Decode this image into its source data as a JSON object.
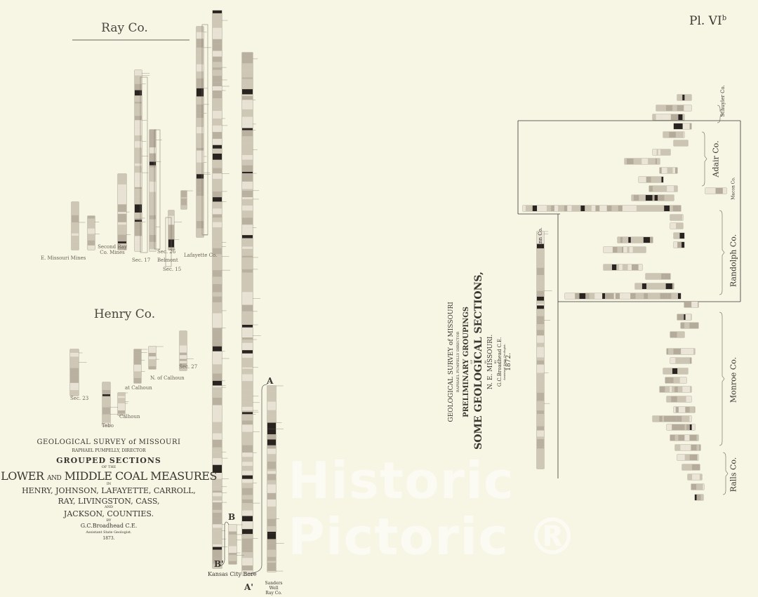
{
  "plate": {
    "label": "Pl. VI",
    "superscript": "b"
  },
  "left_sheet": {
    "ray_county": "Ray Co.",
    "henry_county": "Henry Co.",
    "section_letters": {
      "a": "A",
      "a_prime": "A'",
      "b": "B",
      "b_prime": "B'"
    },
    "kansas_city_bore": "Kansas City Bore",
    "sanders_well": [
      "Sanders",
      "Well",
      "Ray Co."
    ],
    "ray_labels": [
      "E. Missouri Mines",
      "Second Ray Co. Mines",
      "Sec. 17",
      "Sec. 26",
      "Belmont",
      "Sec. 15",
      "Lafayette Co."
    ],
    "henry_labels": [
      "Sec. 23",
      "at Calhoun",
      "N. of Calhoun",
      "Sec. 27",
      "Calhoun",
      "Tebo"
    ],
    "title": {
      "survey": "GEOLOGICAL SURVEY of MISSOURI",
      "director": "RAPHAEL PUMPELLY, DIRECTOR",
      "heading": "GROUPED SECTIONS",
      "of_the": "OF THE",
      "main_1": "LOWER",
      "main_and": "AND",
      "main_2": "MIDDLE COAL MEASURES",
      "in": "IN",
      "counties_1": "HENRY, JOHNSON, LAFAYETTE, CARROLL,",
      "counties_2": "RAY, LIVINGSTON, CASS,",
      "and": "AND",
      "counties_3": "JACKSON, COUNTIES.",
      "by": "BY",
      "author": "G.C.Broadhead C.E.",
      "author_title": "Assistant State Geologist.",
      "year": "1873."
    }
  },
  "right_sheet": {
    "title": {
      "survey": "GEOLOGICAL SURVEY of MISSOURI",
      "director": "RAPHAEL PUMPELLY DIRECTOR",
      "heading": "PRELIMINARY GROUPINGS",
      "of": "OF",
      "main": "SOME GEOLOGICAL SECTIONS,",
      "in": "IN",
      "region": "N. E. MISSOURI.",
      "by": "BY",
      "author": "G.C.Broadhead C.E.",
      "author_title": "Assistant State Geologist.",
      "year": "1872."
    },
    "counties": [
      "Schuyler Co.",
      "Adair Co.",
      "Macon Co.",
      "Randolph Co.",
      "Monroe Co.",
      "Ralls Co.",
      "Linn Co."
    ]
  },
  "watermark": "Historic Pictoric ®",
  "colors": {
    "paper": "#f7f5e4",
    "ink": "#3a3630",
    "column_fill": "#d9d2c4",
    "coal": "#2a2420"
  }
}
